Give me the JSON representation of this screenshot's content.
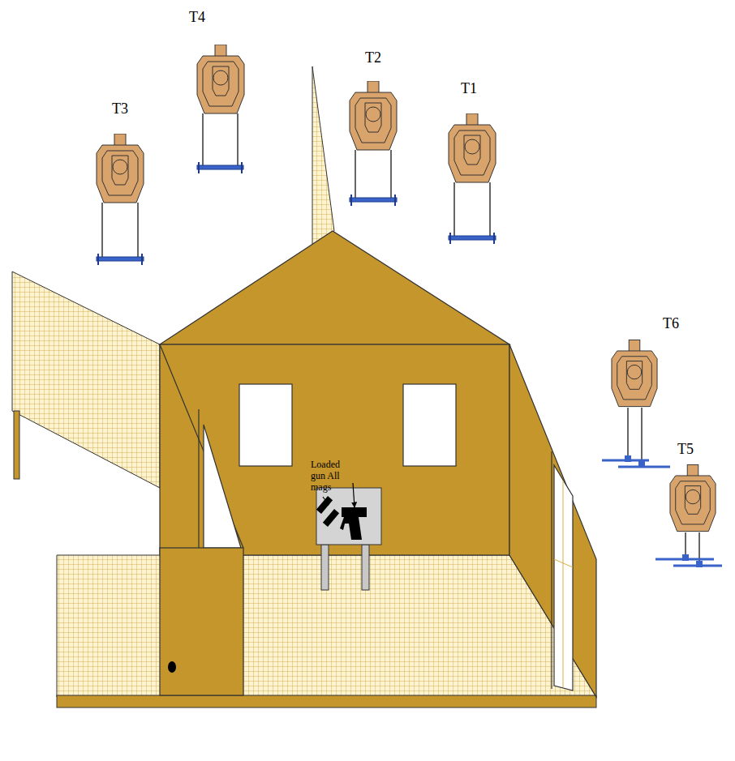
{
  "diagram": {
    "labels": [
      "T4",
      "T2",
      "T1",
      "T3",
      "T6",
      "T5",
      "Loaded gun All mags"
    ]
  }
}
